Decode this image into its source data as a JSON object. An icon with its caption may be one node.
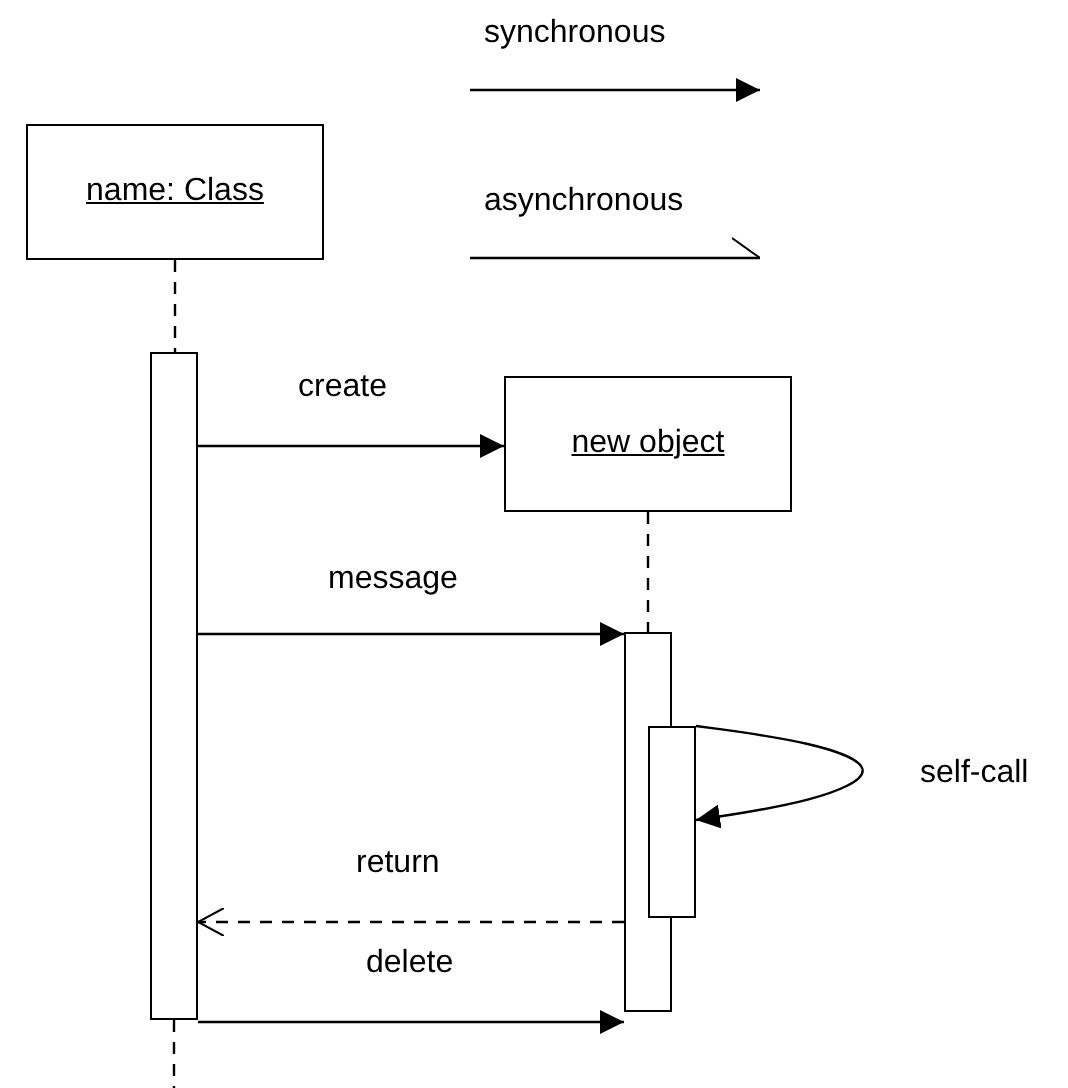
{
  "diagram": {
    "nodes": [
      {
        "text": [
          "name: Class"
        ]
      },
      {
        "text": [
          "new object"
        ]
      },
      {
        "text": [],
        "shape": "bar"
      },
      {
        "text": [],
        "shape": "bar"
      },
      {
        "text": [],
        "shape": "bar"
      }
    ],
    "edges": [
      {
        "from": 0,
        "to": 2,
        "arrow": "none",
        "style": "dashed"
      },
      {
        "from": 2,
        "to": null,
        "arrow": "none",
        "style": "dashed"
      },
      {
        "from": 1,
        "to": 3,
        "arrow": "none",
        "style": "dashed"
      },
      {
        "from": 2,
        "to": 1,
        "arrow": "to",
        "label": "create"
      },
      {
        "from": 2,
        "to": 3,
        "arrow": "to",
        "label": "message"
      },
      {
        "from": 4,
        "to": 4,
        "arrow": "to",
        "label": "self-call"
      },
      {
        "from": 3,
        "to": 2,
        "arrow": "to",
        "label": "return",
        "style": "dashed"
      },
      {
        "from": 2,
        "to": 3,
        "arrow": "to",
        "label": "delete"
      }
    ],
    "legend": [
      {
        "text": "synchronous"
      },
      {
        "text": "asynchronous"
      }
    ]
  }
}
